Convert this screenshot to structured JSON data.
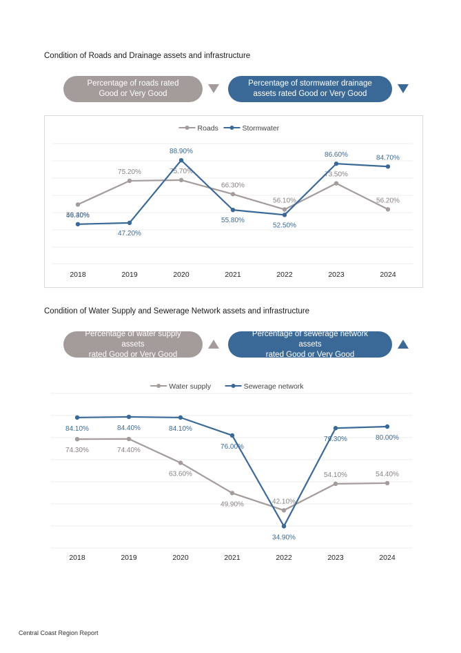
{
  "section1": {
    "title": "Condition of Roads and Drainage assets and infrastructure",
    "pill_left": [
      "Percentage of roads rated",
      "Good or Very Good"
    ],
    "pill_right": [
      "Percentage of stormwater drainage",
      "assets rated Good or Very Good"
    ],
    "arrow_left": "down-triangle-icon",
    "arrow_right": "down-triangle-icon"
  },
  "section2": {
    "title": "Condition of Water Supply and Sewerage Network assets and infrastructure",
    "pill_left": [
      "Percentage of water supply assets",
      "rated Good or Very Good"
    ],
    "pill_right": [
      "Percentage of sewerage network assets",
      "rated Good or Very Good"
    ],
    "arrow_left": "up-triangle-icon",
    "arrow_right": "up-triangle-icon"
  },
  "footer": "Central Coast Region Report",
  "colors": {
    "grey": "#a49b9b",
    "blue": "#3b6997"
  },
  "chart_data": [
    {
      "type": "line",
      "categories": [
        "2018",
        "2019",
        "2020",
        "2021",
        "2022",
        "2023",
        "2024"
      ],
      "series": [
        {
          "name": "Roads",
          "color": "#a49b9b",
          "values": [
            59.4,
            75.2,
            75.7,
            66.3,
            56.1,
            73.5,
            56.2
          ],
          "labels": [
            "59.40%",
            "75.20%",
            "75.70%",
            "66.30%",
            "56.10%",
            "73.50%",
            "56.20%"
          ]
        },
        {
          "name": "Stormwater",
          "color": "#3b6997",
          "values": [
            46.3,
            47.2,
            88.9,
            55.8,
            52.5,
            86.6,
            84.7
          ],
          "labels": [
            "46.30%",
            "47.20%",
            "88.90%",
            "55.80%",
            "52.50%",
            "86.60%",
            "84.70%"
          ]
        }
      ],
      "ylim": [
        20,
        100
      ],
      "legend": "top-center",
      "grid": true
    },
    {
      "type": "line",
      "categories": [
        "2018",
        "2019",
        "2020",
        "2021",
        "2022",
        "2023",
        "2024"
      ],
      "series": [
        {
          "name": "Water supply",
          "color": "#a49b9b",
          "values": [
            74.3,
            74.4,
            63.6,
            49.9,
            42.1,
            54.1,
            54.4
          ],
          "labels": [
            "74.30%",
            "74.40%",
            "63.60%",
            "49.90%",
            "42.10%",
            "54.10%",
            "54.40%"
          ]
        },
        {
          "name": "Sewerage network",
          "color": "#3b6997",
          "values": [
            84.1,
            84.4,
            84.1,
            76.0,
            34.9,
            79.3,
            80.0
          ],
          "labels": [
            "84.10%",
            "84.40%",
            "84.10%",
            "76.00%",
            "34.90%",
            "79.30%",
            "80.00%"
          ]
        }
      ],
      "ylim": [
        25,
        95
      ],
      "legend": "top-center",
      "grid": true
    }
  ]
}
